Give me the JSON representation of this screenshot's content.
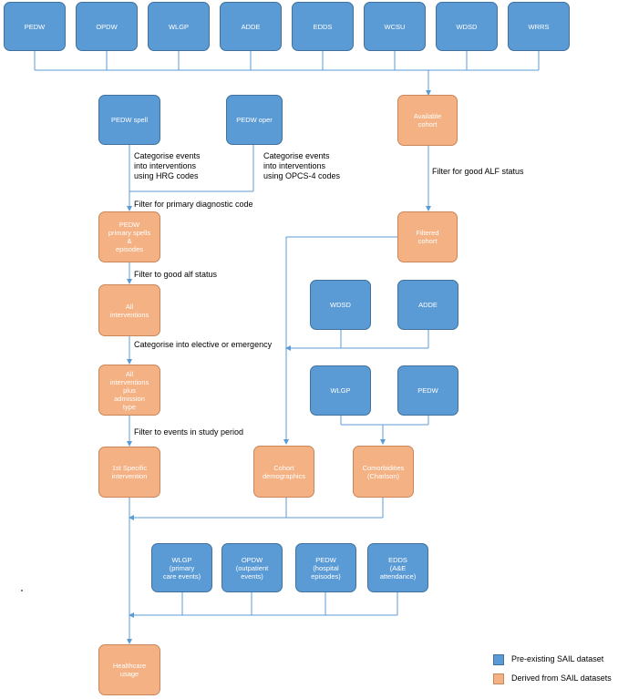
{
  "colors": {
    "pre_existing": "#5b9bd5",
    "derived": "#f4b183",
    "line": "#5b9bd5"
  },
  "top_sources": [
    "PEDW",
    "OPDW",
    "WLGP",
    "ADDE",
    "EDDS",
    "WCSU",
    "WDSD",
    "WRRS"
  ],
  "nodes": {
    "pedw_spell": "PEDW spell",
    "pedw_oper": "PEDW oper",
    "available_cohort": "Available\ncohort",
    "pedw_primary": "PEDW\nprimary spells\n&\nepisodes",
    "filtered_cohort": "Filtered\ncohort",
    "wdsd": "WDSD",
    "adde": "ADDE",
    "all_interventions": "All\ninterventions",
    "all_interventions_admission": "All\ninterventions\nplus\nadmission\ntype",
    "wlgp": "WLGP",
    "pedw": "PEDW",
    "first_specific": "1st Specific\nintervention",
    "cohort_demographics": "Cohort\ndemographics",
    "comorbidities": "Comorbidities\n(Charlson)",
    "wlgp_primary": "WLGP\n(primary\ncare events)",
    "opdw_outpatient": "OPDW\n(outpatient\nevents)",
    "pedw_hospital": "PEDW\n(hospital\nepisodes)",
    "edds_ae": "EDDS\n(A&E\nattendance)",
    "healthcare_usage": "Healthcare\nusage"
  },
  "labels": {
    "hrg": "Categorise events\ninto interventions\nusing HRG codes",
    "opcs": "Categorise events\ninto interventions\nusing OPCS-4 codes",
    "filter_alf": "Filter for good ALF status",
    "filter_diag": "Filter for primary  diagnostic code",
    "filter_good_alf": "Filter to good alf status",
    "categorise_elective": "Categorise into elective or emergency",
    "filter_study": "Filter to events in study period"
  },
  "legend": {
    "pre_existing": "Pre-existing SAIL dataset",
    "derived": "Derived from SAIL datasets"
  }
}
